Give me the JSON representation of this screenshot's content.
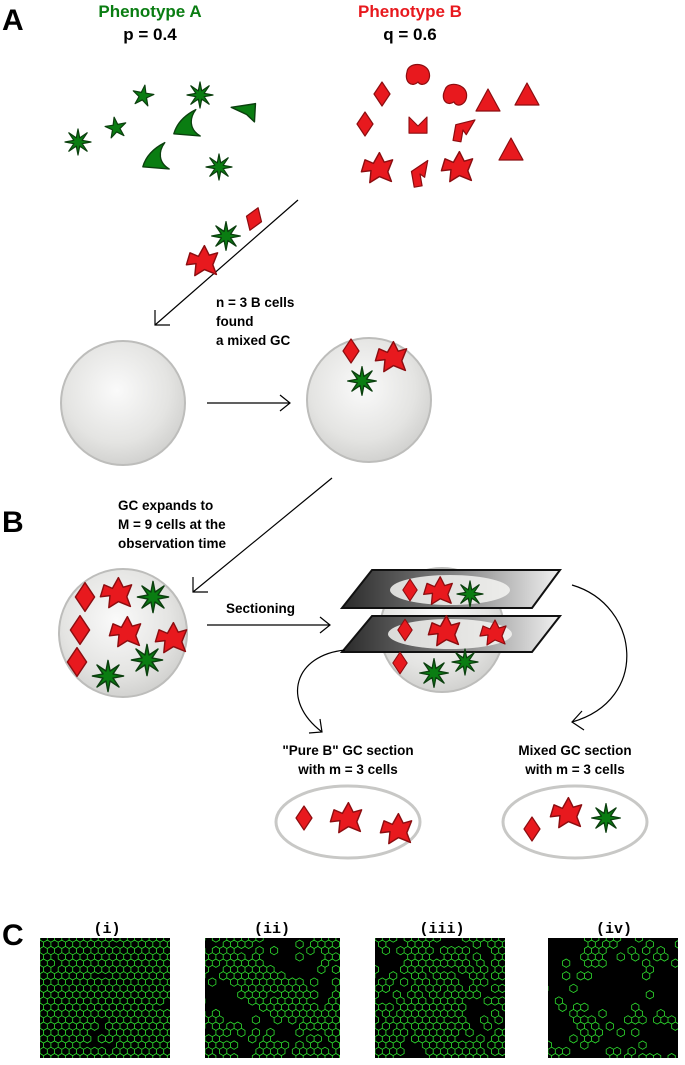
{
  "panel_labels": {
    "a": "A",
    "b": "B",
    "c": "C"
  },
  "phenotype_a": {
    "title": "Phenotype A",
    "freq": "p = 0.4",
    "color": "#0a7d12"
  },
  "phenotype_b": {
    "title": "Phenotype B",
    "freq": "q = 0.6",
    "color": "#e8191e"
  },
  "founding_text": [
    "n = 3 B cells",
    "found",
    "a mixed GC"
  ],
  "expand_text": [
    "GC expands to",
    "M = 9 cells at the",
    "observation time"
  ],
  "sectioning_label": "Sectioning",
  "pure_section": [
    "\"Pure B\" GC section",
    "with m = 3 cells"
  ],
  "mixed_section": [
    "Mixed GC section",
    "with m = 3 cells"
  ],
  "lattice_titles": [
    "(i)",
    "(ii)",
    "(iii)",
    "(iv)"
  ],
  "lattice_green_fraction": [
    0.85,
    0.6,
    0.5,
    0.3
  ],
  "colors": {
    "green": "#0a7d12",
    "red": "#e8191e",
    "gc_fill": "#e6e6e4",
    "gc_edge": "#bdbdbb",
    "lattice_green": "#2fe02f"
  }
}
